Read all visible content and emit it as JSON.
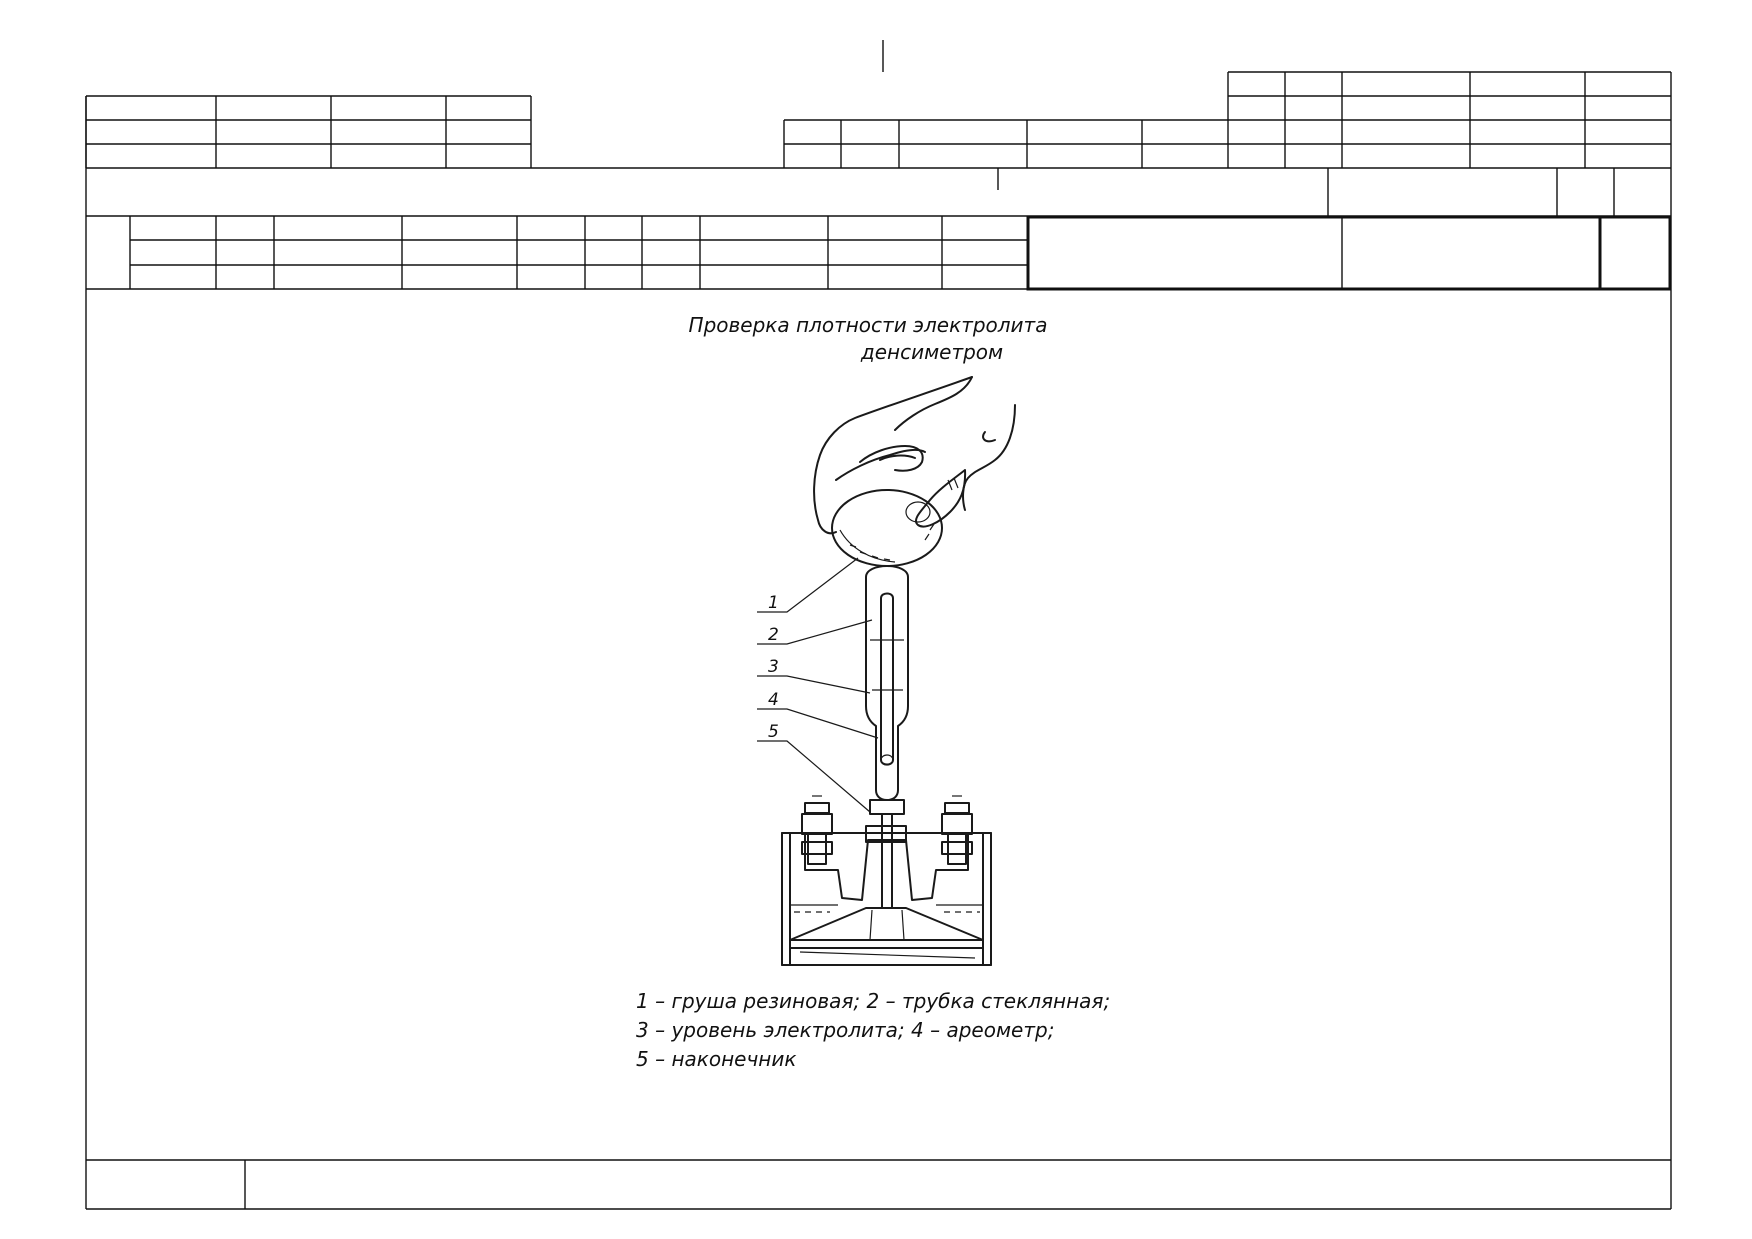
{
  "title_line1": "Проверка плотности электролита",
  "title_line2": "денсиметром",
  "callouts": [
    "1",
    "2",
    "3",
    "4",
    "5"
  ],
  "caption": [
    "1 – груша резиновая; 2 – трубка стеклянная;",
    "3 – уровень электролита; 4 – ареометр;",
    "5 – наконечник"
  ]
}
